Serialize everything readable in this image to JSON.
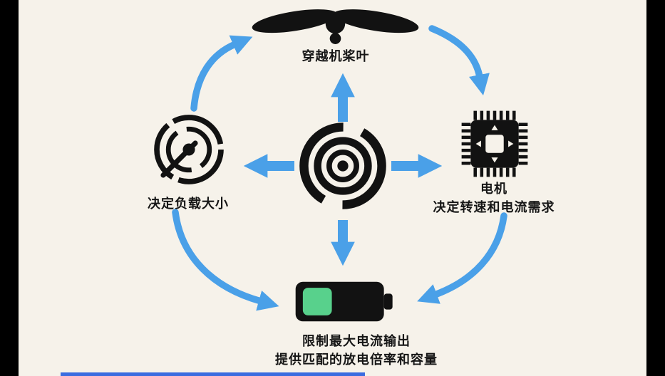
{
  "colors": {
    "background": "#f6f2ea",
    "arrow_blue": "#4aa0e8",
    "icon_black": "#121212",
    "battery_green": "#58d18c",
    "letterbox_black": "#000000",
    "progress_blue": "#3a6ce0",
    "text_black": "#161616"
  },
  "nodes": {
    "propeller": {
      "label": "穿越机桨叶"
    },
    "load": {
      "label": "决定负载大小"
    },
    "motor": {
      "label_line1": "电机",
      "label_line2": "决定转速和电流需求"
    },
    "battery": {
      "label_line1": "限制最大电流输出",
      "label_line2": "提供匹配的放电倍率和容量"
    }
  },
  "icons": {
    "top": "propeller-icon",
    "left": "load-dial-icon",
    "center": "motor-stator-icon",
    "right": "esc-chip-icon",
    "bottom": "battery-icon"
  }
}
